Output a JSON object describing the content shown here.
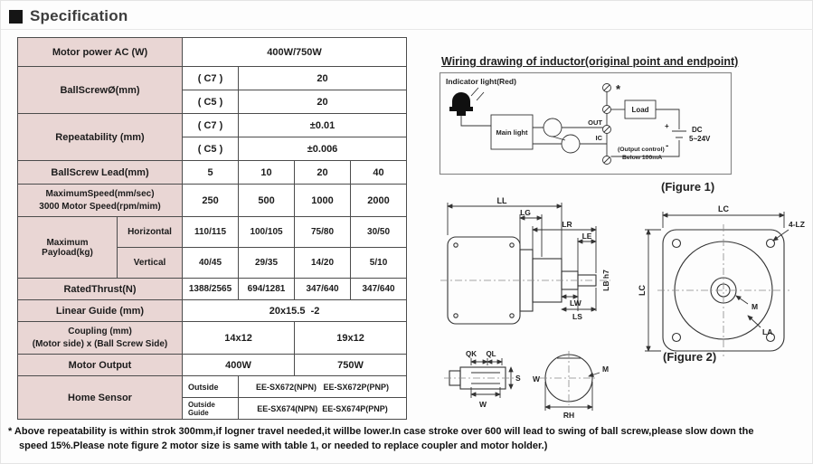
{
  "colors": {
    "label_bg": "#e9d6d4",
    "border": "#4c4c4c",
    "bullet": "#151515"
  },
  "header": {
    "title": "Specification"
  },
  "spec_table": {
    "motor_power_label": "Motor power AC (W)",
    "motor_power_value": "400W/750W",
    "ballscrew_label": "BallScrewØ(mm)",
    "ballscrew_c7_label": "( C7 )",
    "ballscrew_c7_value": "20",
    "ballscrew_c5_label": "( C5 )",
    "ballscrew_c5_value": "20",
    "repeat_label": "Repeatability (mm)",
    "repeat_c7_label": "( C7 )",
    "repeat_c7_value": "±0.01",
    "repeat_c5_label": "( C5 )",
    "repeat_c5_value": "±0.006",
    "lead_label": "BallScrew Lead(mm)",
    "lead_values": [
      "5",
      "10",
      "20",
      "40"
    ],
    "speed_label_1": "MaximumSpeed(mm/sec)",
    "speed_label_2": "3000 Motor Speed(rpm/mim)",
    "speed_values": [
      "250",
      "500",
      "1000",
      "2000"
    ],
    "payload_label": "Maximum Payload(kg)",
    "payload_h_label": "Horizontal",
    "payload_h_values": [
      "110/115",
      "100/105",
      "75/80",
      "30/50"
    ],
    "payload_v_label": "Vertical",
    "payload_v_values": [
      "40/45",
      "29/35",
      "14/20",
      "5/10"
    ],
    "thrust_label": "RatedThrust(N)",
    "thrust_values": [
      "1388/2565",
      "694/1281",
      "347/640",
      "347/640"
    ],
    "guide_label": "Linear Guide (mm)",
    "guide_value": "20x15.5  -2",
    "coupling_label_1": "Coupling (mm)",
    "coupling_label_2": "(Motor side) x (Ball Screw Side)",
    "coupling_value_1": "14x12",
    "coupling_value_2": "19x12",
    "output_label": "Motor Output",
    "output_value_1": "400W",
    "output_value_2": "750W",
    "sensor_label": "Home Sensor",
    "sensor_row1_label": "Outside",
    "sensor_row1_value": "EE-SX672(NPN)   EE-SX672P(PNP)",
    "sensor_row2_label": "Outside Guide",
    "sensor_row2_value": "EE-SX674(NPN)  EE-SX674P(PNP)"
  },
  "wiring": {
    "title": "Wiring drawing of inductor(original point and endpoint)",
    "indicator_label": "Indicator light(Red)",
    "main_light": "Main light",
    "load": "Load",
    "star": "*",
    "out": "OUT",
    "ic": "IC",
    "dc_line1": "DC",
    "dc_line2": "5~24V",
    "plus": "+",
    "minus": "-",
    "output_control_1": "(Output control)",
    "output_control_2": "Below 100mA",
    "figure_label": "(Figure 1)"
  },
  "drawing": {
    "figure_label": "(Figure 2)",
    "dim_ll": "LL",
    "dim_lg": "LG",
    "dim_lr": "LR",
    "dim_le": "LE",
    "dim_lb": "LB h7",
    "dim_lw": "LW",
    "dim_ls": "LS",
    "dim_lc_top": "LC",
    "dim_lc_left": "LC",
    "dim_lz": "4-LZ",
    "dim_m_front": "M",
    "dim_la": "LA",
    "dim_qk": "QK",
    "dim_ql": "QL",
    "dim_w_side": "W",
    "dim_s": "S",
    "dim_w_circle": "W",
    "dim_m_circle": "M",
    "dim_rh": "RH"
  },
  "footnote": {
    "line1": "* Above repeatability is within strok 300mm,if logner travel needed,it willbe lower.In case stroke over 600 will lead to swing of ball screw,please slow down the",
    "line2": "speed 15%.Please note figure 2 motor size is same with table 1, or needed to replace coupler and motor holder.)"
  }
}
